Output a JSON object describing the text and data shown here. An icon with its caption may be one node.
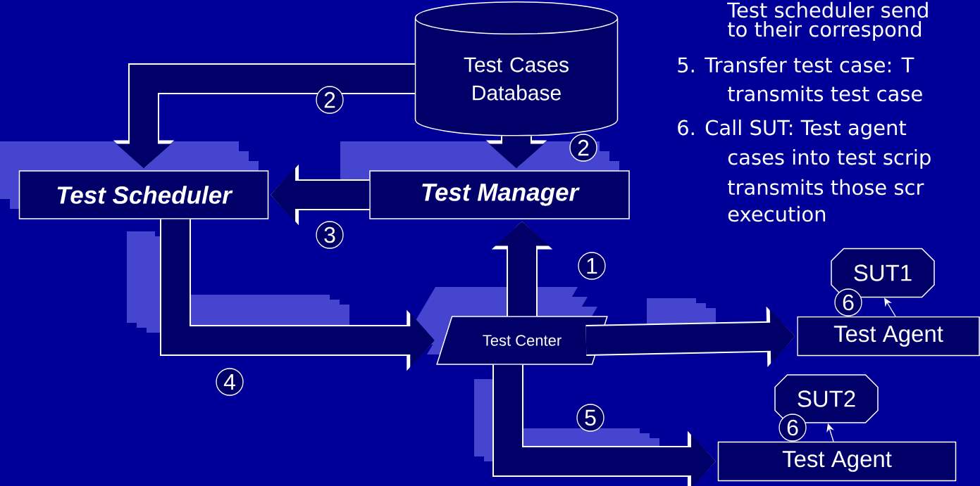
{
  "diagram": {
    "nodes": [
      {
        "text": [
          "Test Cases Database"
        ]
      },
      {
        "text": [
          "Test Scheduler"
        ]
      },
      {
        "text": [
          "Test Manager"
        ]
      },
      {
        "text": [
          "Test Center"
        ]
      },
      {
        "text": [
          "SUT1"
        ]
      },
      {
        "text": [
          "Test Agent"
        ]
      },
      {
        "text": [
          "SUT2"
        ]
      },
      {
        "text": [
          "Test Agent"
        ]
      }
    ],
    "edges": [
      {
        "from": 0,
        "to": 1,
        "arrow": "to",
        "label": "2"
      },
      {
        "from": 0,
        "to": 2,
        "arrow": "to",
        "label": "2"
      },
      {
        "from": 2,
        "to": 1,
        "arrow": "to",
        "label": "3"
      },
      {
        "from": 3,
        "to": 2,
        "arrow": "to",
        "label": "1"
      },
      {
        "from": 1,
        "to": 3,
        "arrow": "to",
        "label": "4"
      },
      {
        "from": 3,
        "to": 5,
        "arrow": "to"
      },
      {
        "from": 3,
        "to": 7,
        "arrow": "to",
        "label": "5"
      },
      {
        "from": 5,
        "to": 4,
        "arrow": "to",
        "label": "6",
        "color": "#ffffff"
      },
      {
        "from": 7,
        "to": 6,
        "arrow": "to",
        "label": "6",
        "color": "#ffffff"
      }
    ],
    "labels": [
      "Test scheduler send",
      "to their correspond",
      "5. Transfer test case: T",
      "transmits  test case",
      "6. Call SUT: Test agent",
      "cases into test scrip",
      "transmits those scr",
      "execution"
    ]
  }
}
